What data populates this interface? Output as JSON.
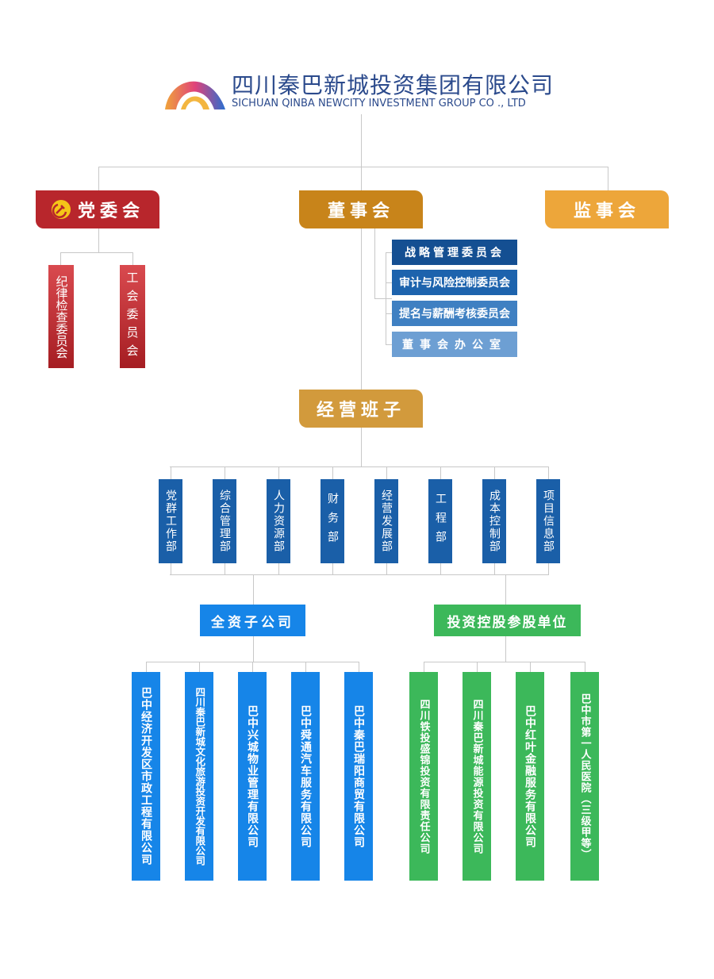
{
  "header": {
    "title_cn": "四川秦巴新城投资集团有限公司",
    "title_en": "SICHUAN QINBA NEWCITY INVESTMENT GROUP CO ., LTD"
  },
  "top": {
    "party": "党委会",
    "board": "董事会",
    "supervisory": "监事会"
  },
  "party_children": [
    "纪律检查委员会",
    "工会委员会"
  ],
  "board_committees": [
    "战略管理委员会",
    "审计与风险控制委员会",
    "提名与薪酬考核委员会",
    "董事会办公室"
  ],
  "management": "经营班子",
  "departments": [
    "党群工作部",
    "综合管理部",
    "人力资源部",
    "财务部",
    "经营发展部",
    "工程部",
    "成本控制部",
    "项目信息部"
  ],
  "groups": {
    "wholly_owned": "全资子公司",
    "holdings": "投资控股参股单位"
  },
  "wholly_owned_companies": [
    "巴中经济开发区市政工程有限公司",
    "四川秦巴新城文化旅游投资开发有限公司",
    "巴中兴城物业管理有限公司",
    "巴中舜通汽车服务有限公司",
    "巴中秦巴瑞阳商贸有限公司"
  ],
  "holding_companies": [
    "四川铁投盛锦投资有限责任公司",
    "四川秦巴新城能源投资有限公司",
    "巴中红叶金融服务有限公司",
    "巴中市第一人民医院（三级甲等）"
  ],
  "colors": {
    "party_red": "#b8262c",
    "board_gold": "#c8841a",
    "supervisory_orange": "#eda63a",
    "management_gold": "#d29a3c",
    "dept_blue": "#1a5fa8",
    "wholly_blue": "#1685e8",
    "holding_green": "#3cb85a",
    "line_gray": "#c8c8c8"
  }
}
